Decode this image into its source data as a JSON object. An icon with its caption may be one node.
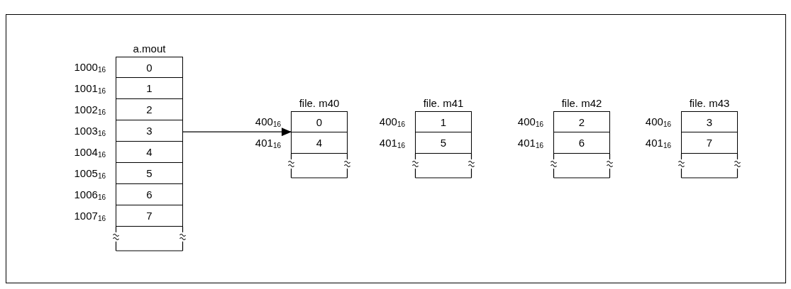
{
  "diagram": {
    "nodes": [
      {
        "text": [
          "a.mout"
        ]
      },
      {
        "text": [
          "0"
        ],
        "in": 0
      },
      {
        "text": [
          "1"
        ],
        "in": 0
      },
      {
        "text": [
          "2"
        ],
        "in": 0
      },
      {
        "text": [
          "3"
        ],
        "in": 0
      },
      {
        "text": [
          "4"
        ],
        "in": 0
      },
      {
        "text": [
          "5"
        ],
        "in": 0
      },
      {
        "text": [
          "6"
        ],
        "in": 0
      },
      {
        "text": [
          "7"
        ],
        "in": 0
      },
      {
        "text": [
          "file. m40"
        ]
      },
      {
        "text": [
          "0"
        ],
        "in": 9
      },
      {
        "text": [
          "4"
        ],
        "in": 9
      },
      {
        "text": [
          "file. m41"
        ]
      },
      {
        "text": [
          "1"
        ],
        "in": 12
      },
      {
        "text": [
          "5"
        ],
        "in": 12
      },
      {
        "text": [
          "file. m42"
        ]
      },
      {
        "text": [
          "2"
        ],
        "in": 15
      },
      {
        "text": [
          "6"
        ],
        "in": 15
      },
      {
        "text": [
          "file. m43"
        ]
      },
      {
        "text": [
          "3"
        ],
        "in": 18
      },
      {
        "text": [
          "7"
        ],
        "in": 18
      }
    ],
    "edges": [
      {
        "from": 0,
        "to": 9,
        "arrow": "to"
      }
    ],
    "labels": [
      "1000$_{16}$",
      "1001$_{16}$",
      "1002$_{16}$",
      "1003$_{16}$",
      "1004$_{16}$",
      "1005$_{16}$",
      "1006$_{16}$",
      "1007$_{16}$",
      "400$_{16}$",
      "401$_{16}$",
      "400$_{16}$",
      "401$_{16}$",
      "400$_{16}$",
      "401$_{16}$",
      "400$_{16}$",
      "401$_{16}$"
    ]
  }
}
